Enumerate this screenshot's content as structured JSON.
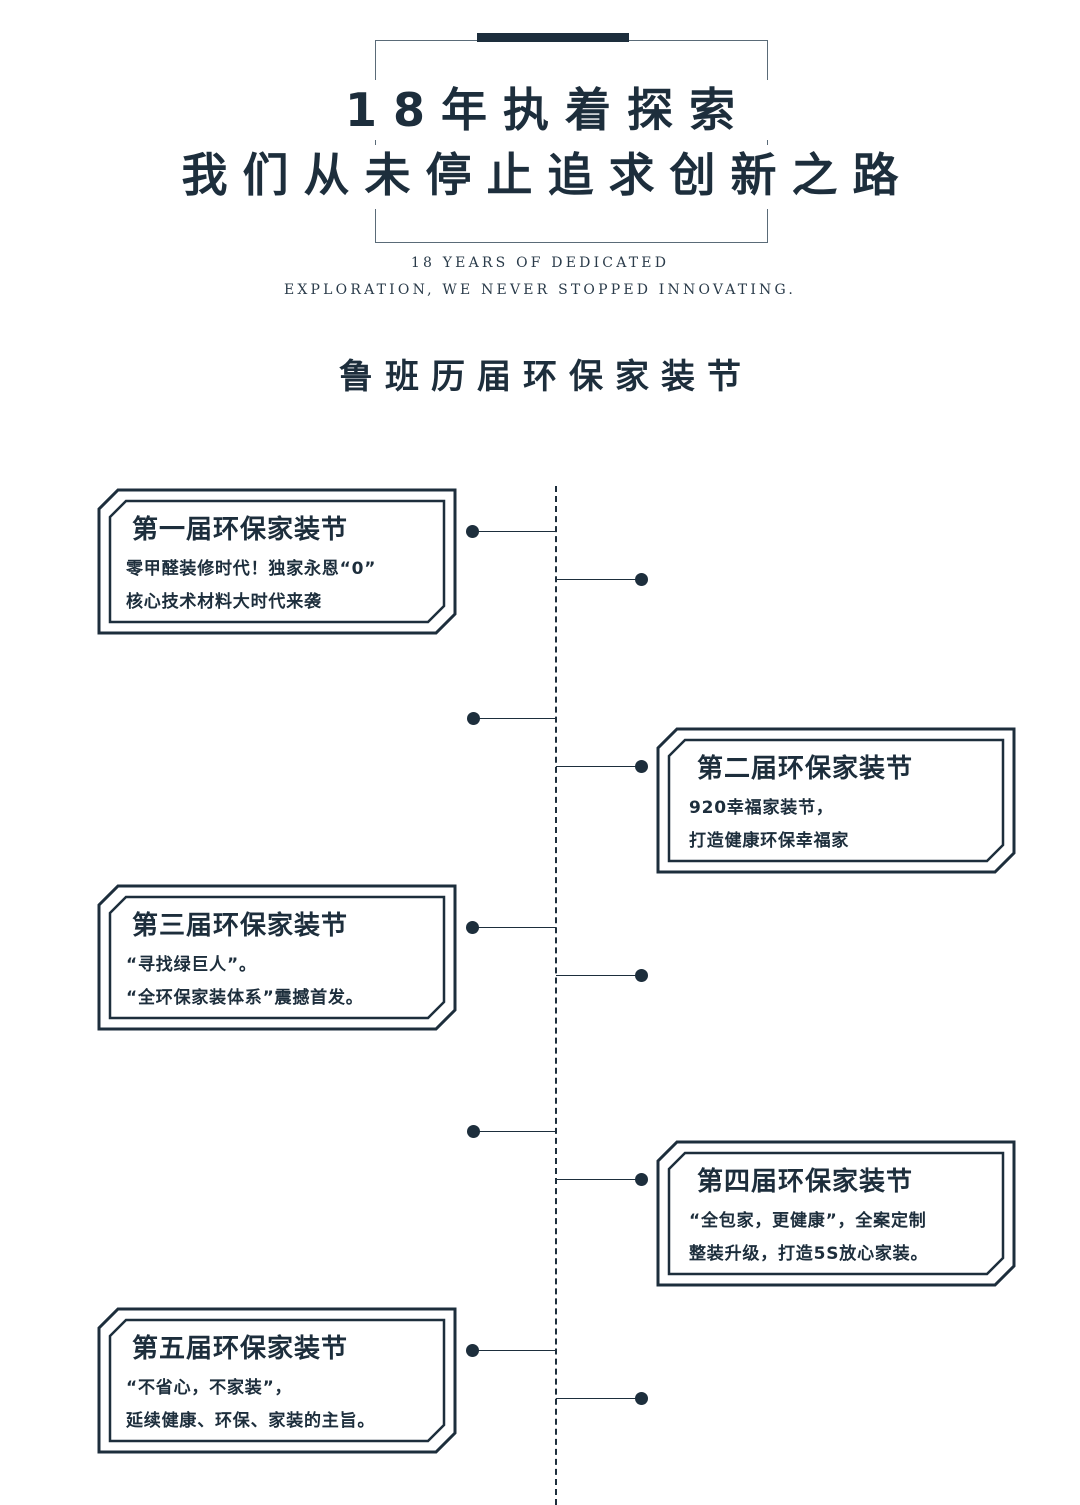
{
  "header": {
    "title_line_1": "18年执着探索",
    "title_line_2": "我们从未停止追求创新之路",
    "english_line_1": "18 YEARS OF DEDICATED",
    "english_line_2": "EXPLORATION, WE NEVER STOPPED INNOVATING.",
    "subtitle": "鲁班历届环保家装节"
  },
  "colors": {
    "primary": "#1d2e3c",
    "frame": "#5a6b78",
    "background": "#ffffff"
  },
  "festivals": [
    {
      "side": "left",
      "title": "第一届环保家装节",
      "lines": [
        "零甲醛装修时代！独家永恩“0”",
        "核心技术材料大时代来袭"
      ]
    },
    {
      "side": "right",
      "title": "第二届环保家装节",
      "lines": [
        "920幸福家装节，",
        "打造健康环保幸福家"
      ]
    },
    {
      "side": "left",
      "title": "第三届环保家装节",
      "lines": [
        "“寻找绿巨人”。",
        "“全环保家装体系”震撼首发。"
      ]
    },
    {
      "side": "right",
      "title": "第四届环保家装节",
      "lines": [
        "“全包家，更健康”，全案定制",
        "整装升级，打造5S放心家装。"
      ]
    },
    {
      "side": "left",
      "title": "第五届环保家装节",
      "lines": [
        "“不省心，不家装”，",
        "延续健康、环保、家装的主旨。"
      ]
    }
  ]
}
